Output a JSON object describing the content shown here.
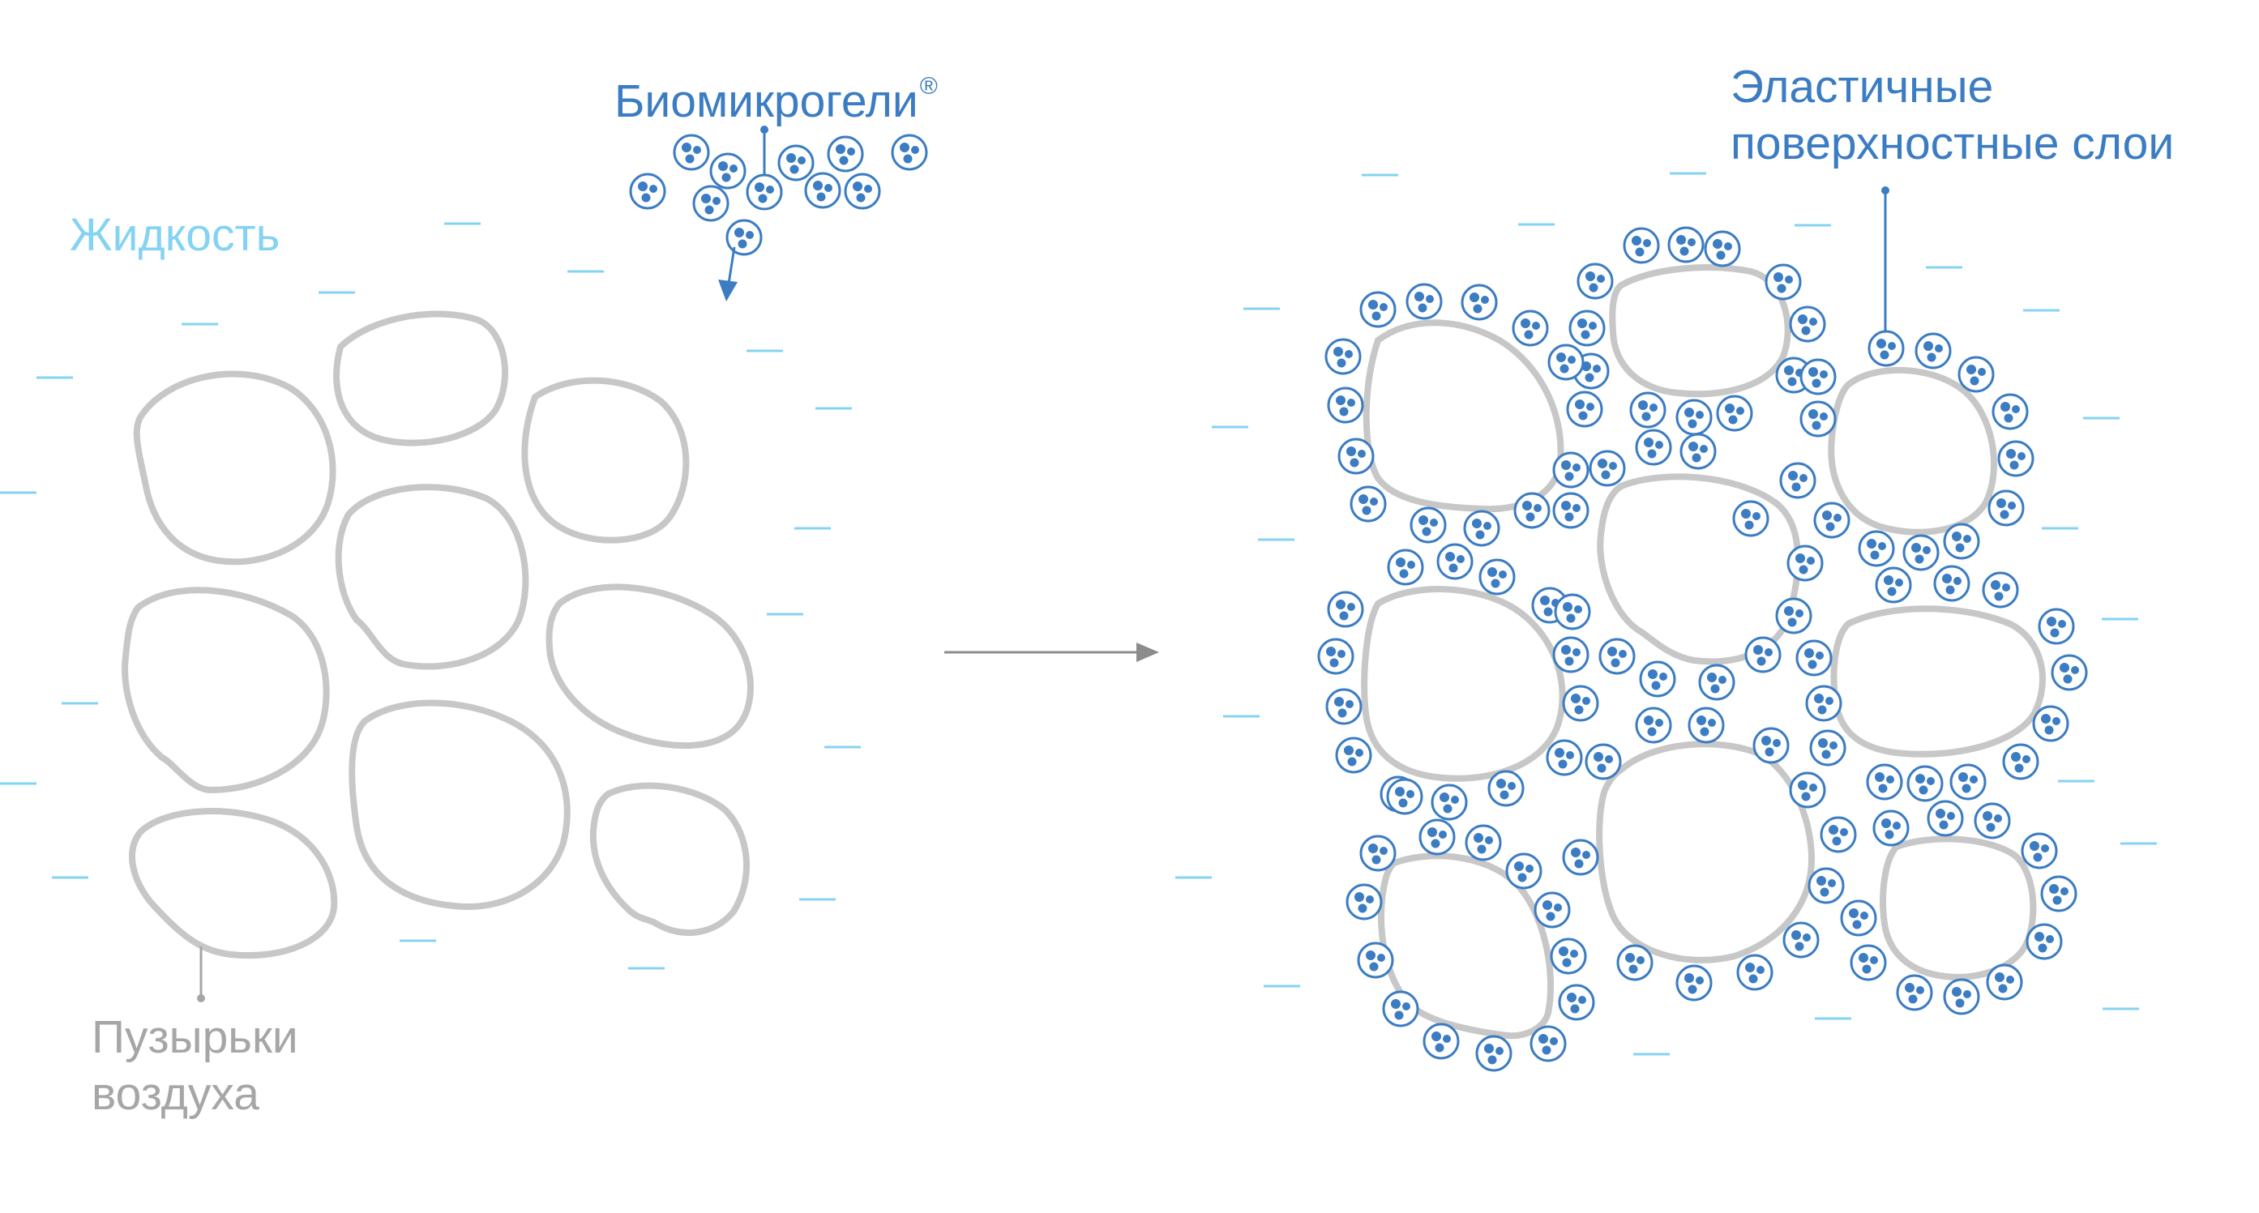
{
  "labels": {
    "liquid": "Жидкость",
    "air_bubbles_line1": "Пузырьки",
    "air_bubbles_line2": "воздуха",
    "biomicrogels": "Биомикрогели",
    "registered_mark": "®",
    "elastic_layers_line1": "Эластичные",
    "elastic_layers_line2": "поверхностные слои"
  },
  "colors": {
    "liquid": "#85d3f2",
    "bubble_outline": "#c7c7c7",
    "bubble_label": "#a6a6a6",
    "microgel": "#3b7cc2",
    "process_arrow": "#8c8c8c"
  }
}
